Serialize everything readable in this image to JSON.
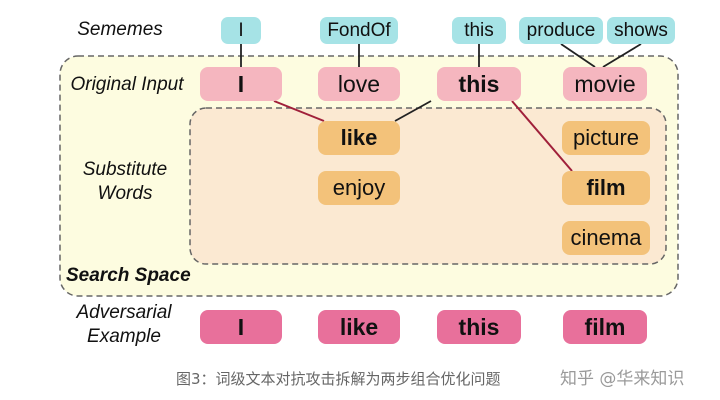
{
  "labels": {
    "sememes": "Sememes",
    "original_input": "Original Input",
    "substitute_words_1": "Substitute",
    "substitute_words_2": "Words",
    "search_space": "Search Space",
    "adversarial_1": "Adversarial",
    "adversarial_2": "Example"
  },
  "sememes": [
    "I",
    "FondOf",
    "this",
    "produce",
    "shows"
  ],
  "original_input": [
    "I",
    "love",
    "this",
    "movie"
  ],
  "substitutes": {
    "love": [
      "like",
      "enjoy"
    ],
    "movie": [
      "picture",
      "film",
      "cinema"
    ]
  },
  "adversarial_example": [
    "I",
    "like",
    "this",
    "film"
  ],
  "caption": "图3：词级文本对抗攻击拆解为两步组合优化问题",
  "watermark": "知乎 @华来知识",
  "colors": {
    "sememe": "#a6e3e6",
    "original": "#f5b6bf",
    "substitute": "#f3c27a",
    "adversarial": "#e8709b",
    "search_space": "#fdfce0",
    "substitute_area": "#fbe9d2",
    "link": "#a0203a"
  }
}
